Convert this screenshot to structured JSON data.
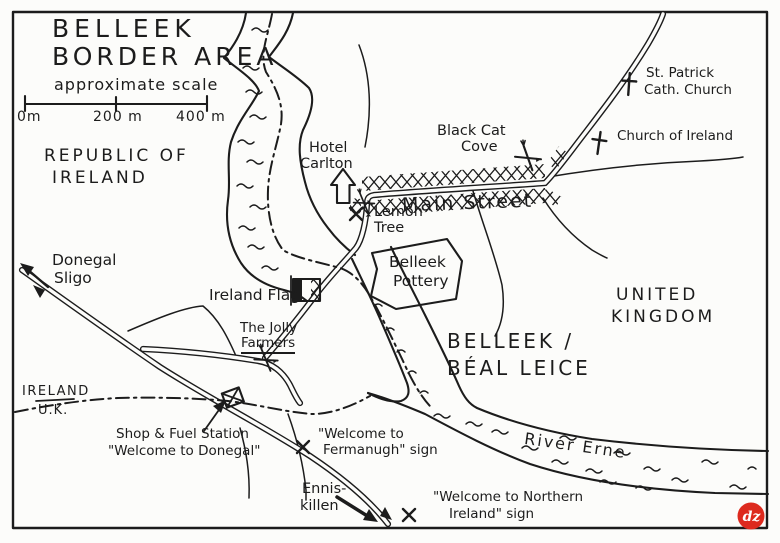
{
  "colors": {
    "ink": "#1c1c1c",
    "paper": "#fcfcfa",
    "logo_red": "#dd2a1e"
  },
  "title": {
    "line1": "BELLEEK",
    "line2": "BORDER AREA",
    "scale_caption": "approximate scale"
  },
  "scale_bar": {
    "tick0": "0m",
    "tick200": "200 m",
    "tick400": "400 m"
  },
  "labels": {
    "republic_line1": "REPUBLIC OF",
    "republic_line2": "IRELAND",
    "uk_line1": "UNITED",
    "uk_line2": "KINGDOM",
    "town_line1": "BELLEEK /",
    "town_line2": "BÉAL LEICE",
    "river": "River Erne",
    "main_street": "Main Street",
    "hotel_line1": "Hotel",
    "hotel_line2": "Carlton",
    "black_cat_line1": "Black Cat",
    "black_cat_line2": "Cove",
    "lemon_line1": "Lemon",
    "lemon_line2": "Tree",
    "pottery_line1": "Belleek",
    "pottery_line2": "Pottery",
    "flag": "Ireland Flag",
    "jolly_line1": "The Jolly",
    "jolly_line2": "Farmers",
    "st_patrick_line1": "St. Patrick",
    "st_patrick_line2": "Cath. Church",
    "church_of_ireland": "Church of Ireland",
    "donegal_line1": "Donegal",
    "donegal_line2": "Sligo",
    "enniskillen_line1": "Ennis-",
    "enniskillen_line2": "killen",
    "border_ireland": "IRELAND",
    "border_uk": "U.K.",
    "shop_line1": "Shop & Fuel Station",
    "shop_line2": "\"Welcome to Donegal\"",
    "fermanagh_line1": "\"Welcome to",
    "fermanagh_line2": "Fermanugh\" sign",
    "northern_line1": "\"Welcome to Northern",
    "northern_line2": "Ireland\" sign",
    "logo": "dz"
  }
}
